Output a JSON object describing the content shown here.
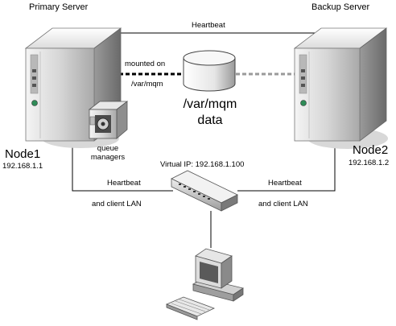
{
  "primary_title": "Primary Server",
  "backup_title": "Backup Server",
  "heartbeat_top": "Heartbeat",
  "mounted_on": "mounted on",
  "mount_path": "/var/mqm",
  "storage_path": "/var/mqm",
  "storage_label": "data",
  "queue_managers_line1": "queue",
  "queue_managers_line2": "managers",
  "node1_name": "Node1",
  "node1_ip": "192.168.1.1",
  "node2_name": "Node2",
  "node2_ip": "192.168.1.2",
  "virtual_ip": "Virtual IP: 192.168.1.100",
  "left_heartbeat": "Heartbeat",
  "left_client_lan": "and client LAN",
  "right_heartbeat": "Heartbeat",
  "right_client_lan": "and client LAN"
}
